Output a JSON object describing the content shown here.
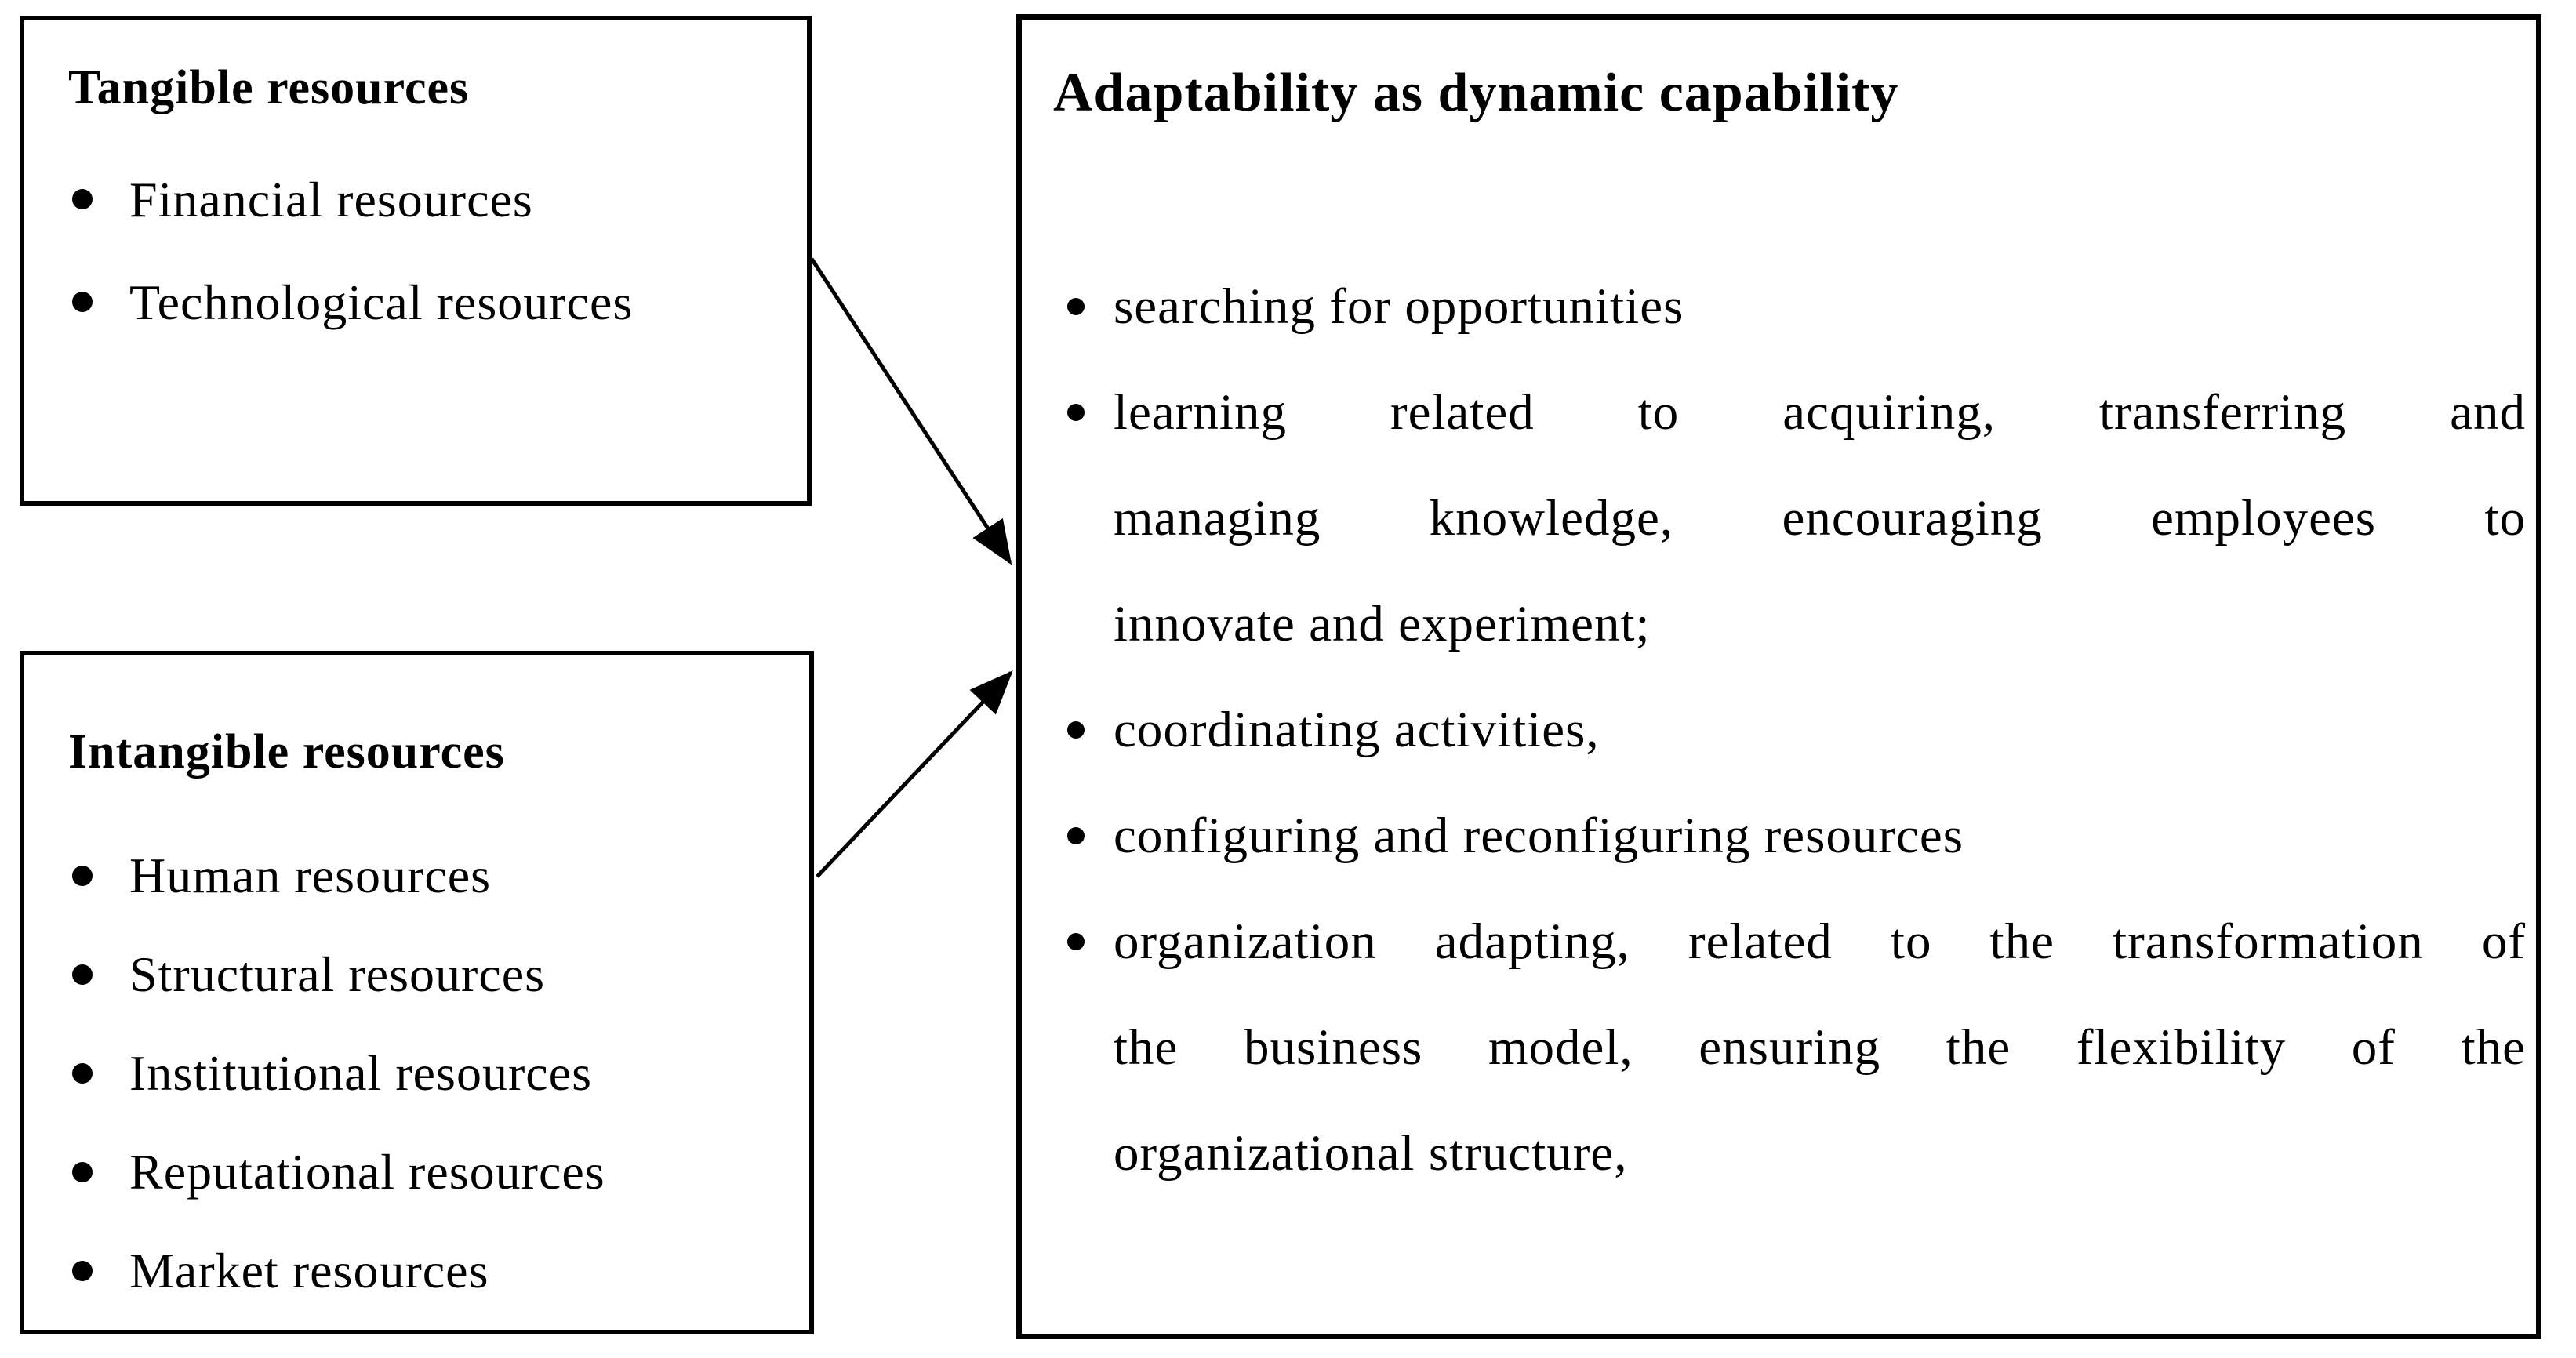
{
  "figure": {
    "background_color": "#ffffff",
    "line_color": "#000000",
    "text_color": "#000000",
    "boxes": {
      "tangible": {
        "title": "Tangible resources",
        "items": [
          "Financial resources",
          "Technological resources"
        ]
      },
      "intangible": {
        "title": "Intangible resources",
        "items": [
          "Human resources",
          "Structural resources",
          "Institutional resources",
          "Reputational resources",
          "Market resources"
        ]
      },
      "adaptability": {
        "title": "Adaptability as dynamic capability",
        "items": [
          {
            "lines": [
              "searching for opportunities"
            ]
          },
          {
            "lines": [
              "learning related to acquiring, transferring and",
              "managing knowledge, encouraging employees to",
              "innovate and experiment;"
            ]
          },
          {
            "lines": [
              "coordinating activities,"
            ]
          },
          {
            "lines": [
              "configuring and reconfiguring resources"
            ]
          },
          {
            "lines": [
              "organization adapting, related to the transformation of",
              "the business model, ensuring the flexibility of the",
              "organizational structure,"
            ]
          }
        ]
      }
    },
    "arrows": [
      {
        "from": "tangible-resources-box",
        "to": "adaptability-box",
        "style": "solid line, filled arrowhead"
      },
      {
        "from": "intangible-resources-box",
        "to": "adaptability-box",
        "style": "solid line, filled arrowhead"
      }
    ]
  }
}
